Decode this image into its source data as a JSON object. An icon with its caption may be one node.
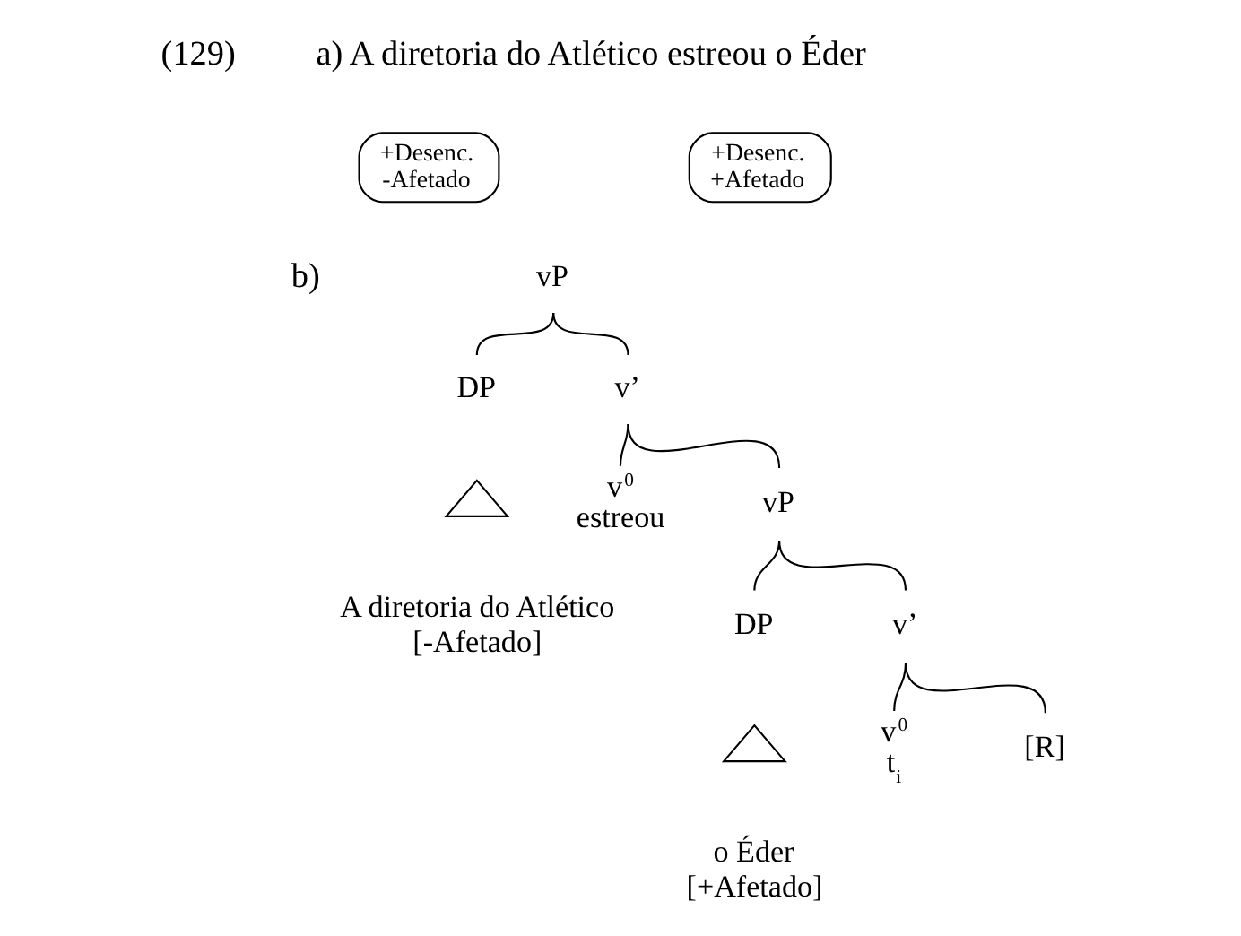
{
  "diagram": {
    "nodes": [
      {
        "text": [
          "+Desenc.",
          "-Afetado"
        ]
      },
      {
        "text": [
          "+Desenc.",
          "+Afetado"
        ]
      },
      {
        "text": [
          "vP"
        ]
      },
      {
        "text": [
          "DP"
        ]
      },
      {
        "text": [],
        "shape": "triangle"
      },
      {
        "text": [
          "A diretoria do Atlético",
          "[-Afetado]"
        ]
      },
      {
        "text": [
          "v’"
        ]
      },
      {
        "text": [
          "v$^{0}$",
          "estreou"
        ]
      },
      {
        "text": [
          "vP"
        ]
      },
      {
        "text": [
          "DP"
        ]
      },
      {
        "text": [],
        "shape": "triangle"
      },
      {
        "text": [
          "o Éder",
          "[+Afetado]"
        ]
      },
      {
        "text": [
          "v’"
        ]
      },
      {
        "text": [
          "v$^{0}$",
          "t$_{i}$"
        ]
      },
      {
        "text": [
          "[R]"
        ]
      }
    ],
    "edges": [
      {
        "from": 2,
        "to": 3,
        "arrow": "none"
      },
      {
        "from": 2,
        "to": 6,
        "arrow": "none"
      },
      {
        "from": 6,
        "to": 7,
        "arrow": "none"
      },
      {
        "from": 6,
        "to": 8,
        "arrow": "none"
      },
      {
        "from": 8,
        "to": 9,
        "arrow": "none"
      },
      {
        "from": 8,
        "to": 12,
        "arrow": "none"
      },
      {
        "from": 12,
        "to": 13,
        "arrow": "none"
      },
      {
        "from": 12,
        "to": 14,
        "arrow": "none"
      }
    ],
    "labels": [
      "(129)",
      "a) A diretoria do Atlético estreou o Éder",
      "b)"
    ]
  }
}
